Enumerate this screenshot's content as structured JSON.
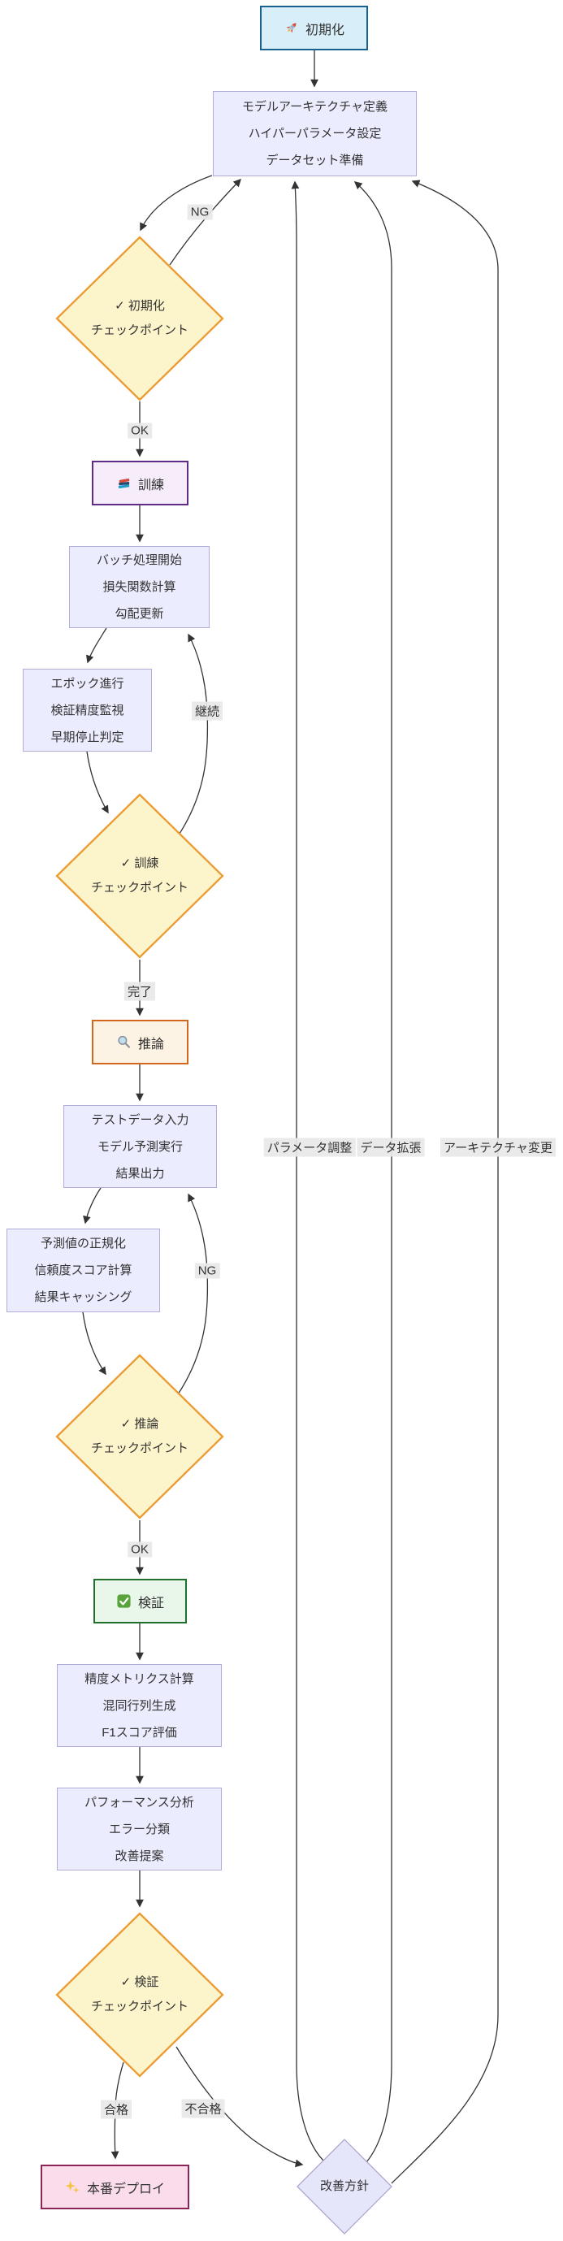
{
  "diagram": {
    "title": "ML pipeline flowchart",
    "nodes": {
      "init": {
        "label": "初期化",
        "icon": "rocket-icon"
      },
      "model_def": {
        "lines": [
          "モデルアーキテクチャ定義",
          "ハイパーパラメータ設定",
          "データセット準備"
        ]
      },
      "init_check": {
        "lines": [
          "✓ 初期化",
          "チェックポイント"
        ]
      },
      "train": {
        "label": "訓練",
        "icon": "books-icon"
      },
      "batch": {
        "lines": [
          "バッチ処理開始",
          "損失関数計算",
          "勾配更新"
        ]
      },
      "epoch": {
        "lines": [
          "エポック進行",
          "検証精度監視",
          "早期停止判定"
        ]
      },
      "train_check": {
        "lines": [
          "✓ 訓練",
          "チェックポイント"
        ]
      },
      "inference": {
        "label": "推論",
        "icon": "magnifier-icon"
      },
      "test_input": {
        "lines": [
          "テストデータ入力",
          "モデル予測実行",
          "結果出力"
        ]
      },
      "normalize": {
        "lines": [
          "予測値の正規化",
          "信頼度スコア計算",
          "結果キャッシング"
        ]
      },
      "inference_check": {
        "lines": [
          "✓ 推論",
          "チェックポイント"
        ]
      },
      "validation": {
        "label": "検証",
        "icon": "check-icon"
      },
      "metrics": {
        "lines": [
          "精度メトリクス計算",
          "混同行列生成",
          "F1スコア評価"
        ]
      },
      "performance": {
        "lines": [
          "パフォーマンス分析",
          "エラー分類",
          "改善提案"
        ]
      },
      "validation_check": {
        "lines": [
          "✓ 検証",
          "チェックポイント"
        ]
      },
      "deploy": {
        "label": "本番デプロイ",
        "icon": "sparkles-icon"
      },
      "improve": {
        "label": "改善方針"
      }
    },
    "edge_labels": {
      "ng1": "NG",
      "ok1": "OK",
      "continue": "継続",
      "done": "完了",
      "ng2": "NG",
      "ok2": "OK",
      "pass": "合格",
      "fail": "不合格",
      "param_tune": "パラメータ調整",
      "data_aug": "データ拡張",
      "arch_change": "アーキテクチャ変更"
    },
    "colors": {
      "process_fill": "#ececff",
      "process_border": "#b3abd9",
      "decision_fill": "#fcf4ca",
      "decision_border": "#ec9b32",
      "init_fill": "#d8eef9",
      "init_border": "#17618e",
      "train_fill": "#f7edfa",
      "train_border": "#5f2b86",
      "inference_fill": "#fdf3e4",
      "inference_border": "#d3671d",
      "validation_fill": "#e9f6ea",
      "validation_border": "#20702c",
      "deploy_fill": "#fadceb",
      "deploy_border": "#8c2457",
      "improve_fill": "#e6e6fa",
      "improve_border": "#a8a0cf",
      "edge": "#333333",
      "label_bg": "#e8e8e8"
    }
  }
}
